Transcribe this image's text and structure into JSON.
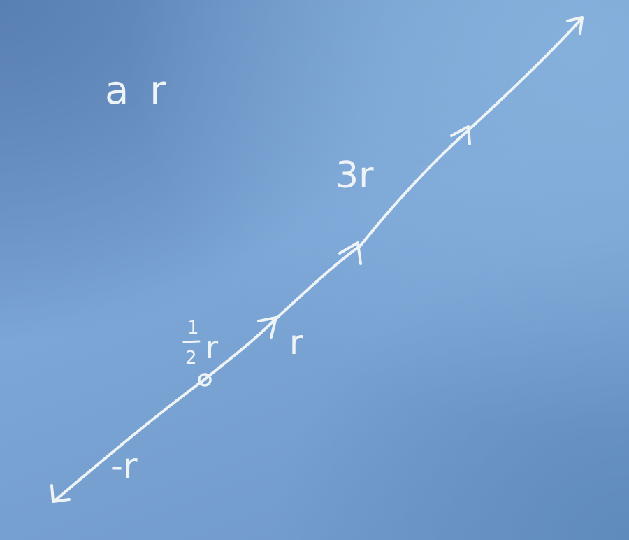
{
  "diagram": {
    "heading": "a r",
    "labels": {
      "three_r": "3r",
      "half_numerator": "1",
      "half_denominator": "2",
      "half_var": "r",
      "r": "r",
      "minus_r": "-r"
    },
    "ink_color": "#eef3f6",
    "background_color": "#7aa3d3"
  }
}
